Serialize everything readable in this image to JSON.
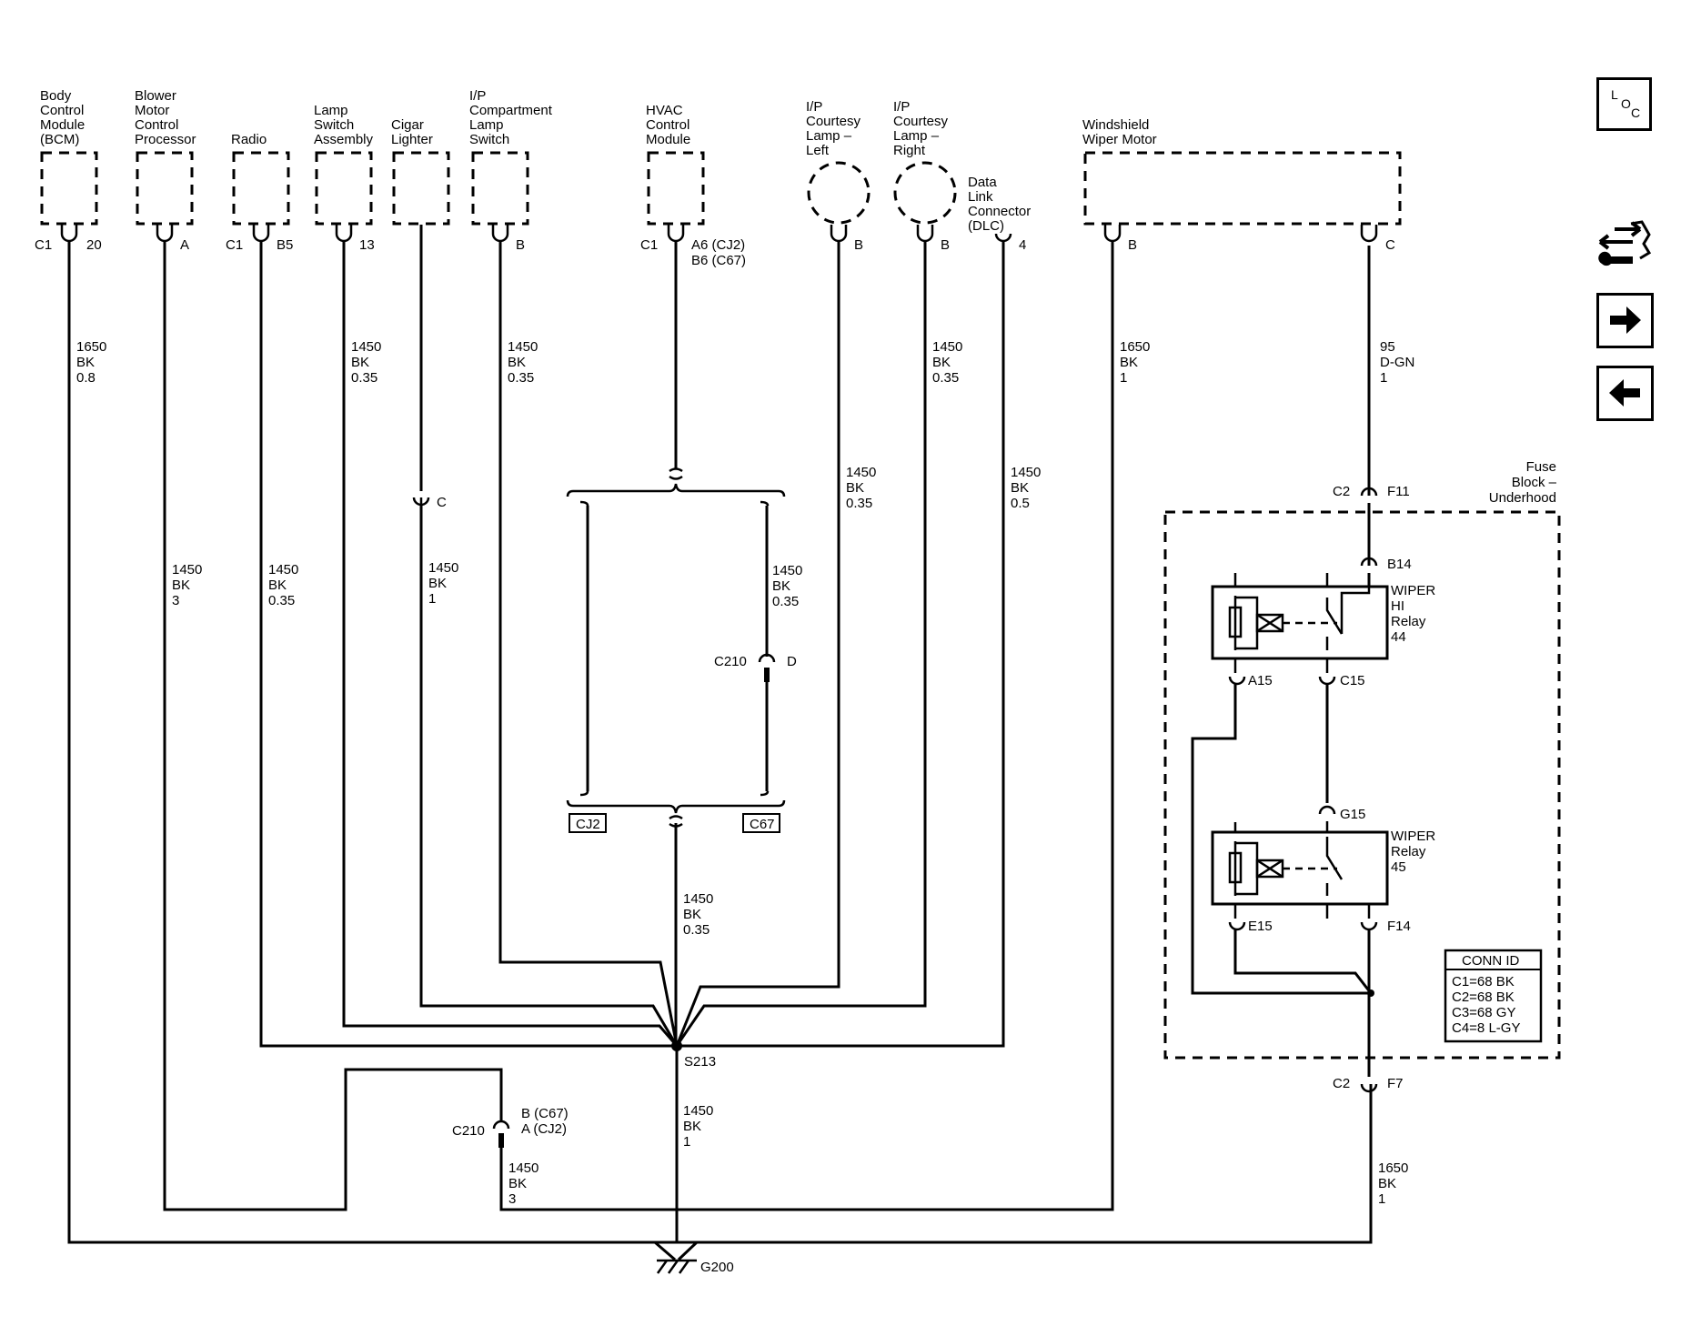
{
  "components": {
    "bcm": [
      "Body",
      "Control",
      "Module",
      "(BCM)"
    ],
    "blower": [
      "Blower",
      "Motor",
      "Control",
      "Processor"
    ],
    "radio": [
      "Radio"
    ],
    "lamp_switch": [
      "Lamp",
      "Switch",
      "Assembly"
    ],
    "cigar": [
      "Cigar",
      "Lighter"
    ],
    "ip_comp": [
      "I/P",
      "Compartment",
      "Lamp",
      "Switch"
    ],
    "hvac": [
      "HVAC",
      "Control",
      "Module"
    ],
    "courtesy_left": [
      "I/P",
      "Courtesy",
      "Lamp –",
      "Left"
    ],
    "courtesy_right": [
      "I/P",
      "Courtesy",
      "Lamp –",
      "Right"
    ],
    "dlc": [
      "Data",
      "Link",
      "Connector",
      "(DLC)"
    ],
    "wiper_motor": [
      "Windshield",
      "Wiper Motor"
    ],
    "fuse_block": [
      "Fuse",
      "Block –",
      "Underhood"
    ]
  },
  "pins": {
    "bcm_conn": "C1",
    "bcm_pin": "20",
    "blower_pin": "A",
    "radio_conn": "C1",
    "radio_pin": "B5",
    "lamp_pin": "13",
    "ip_comp_pin": "B",
    "hvac_conn": "C1",
    "hvac_pin1": "A6 (CJ2)",
    "hvac_pin2": "B6 (C67)",
    "cl_pin": "B",
    "cr_pin": "B",
    "dlc_pin": "4",
    "wm_pin_b": "B",
    "wm_pin_c": "C",
    "cigar_c": "C",
    "c210_upper": "C210",
    "c210_upper_pin": "D",
    "c210_lower": "C210",
    "c210_lower_pin1": "B (C67)",
    "c210_lower_pin2": "A (CJ2)",
    "fb_c2_top": "C2",
    "fb_f11": "F11",
    "fb_b14": "B14",
    "fb_a15": "A15",
    "fb_c15": "C15",
    "fb_g15": "G15",
    "fb_e15": "E15",
    "fb_f14": "F14",
    "fb_c2_bot": "C2",
    "fb_f7": "F7"
  },
  "wires": {
    "bcm": [
      "1650",
      "BK",
      "0.8"
    ],
    "blower": [
      "1450",
      "BK",
      "3"
    ],
    "radio": [
      "1450",
      "BK",
      "0.35"
    ],
    "lamp": [
      "1450",
      "BK",
      "0.35"
    ],
    "cigar": [
      "1450",
      "BK",
      "1"
    ],
    "ip_comp": [
      "1450",
      "BK",
      "0.35"
    ],
    "cl": [
      "1450",
      "BK",
      "0.35"
    ],
    "cr": [
      "1450",
      "BK",
      "0.35"
    ],
    "dlc": [
      "1450",
      "BK",
      "0.5"
    ],
    "wm": [
      "1650",
      "BK",
      "1"
    ],
    "wm_c": [
      "95",
      "D-GN",
      "1"
    ],
    "c67": [
      "1450",
      "BK",
      "0.35"
    ],
    "hvac_down": [
      "1450",
      "BK",
      "0.35"
    ],
    "s213_g200": [
      "1450",
      "BK",
      "1"
    ],
    "c210_lower": [
      "1450",
      "BK",
      "3"
    ],
    "fb_ground": [
      "1650",
      "BK",
      "1"
    ]
  },
  "options": {
    "cj2": "CJ2",
    "c67": "C67"
  },
  "splice": "S213",
  "ground": "G200",
  "relays": {
    "hi": [
      "WIPER",
      "HI",
      "Relay",
      "44"
    ],
    "wiper": [
      "WIPER",
      "Relay",
      "45"
    ]
  },
  "conn_id": {
    "title": "CONN ID",
    "rows": [
      "C1=68 BK",
      "C2=68 BK",
      "C3=68 GY",
      "C4=8 L-GY"
    ]
  },
  "nav": {
    "loc": [
      "L",
      "O",
      "C"
    ],
    "icons": [
      "schematic-wrench-icon",
      "arrow-right-icon",
      "arrow-left-icon"
    ]
  }
}
